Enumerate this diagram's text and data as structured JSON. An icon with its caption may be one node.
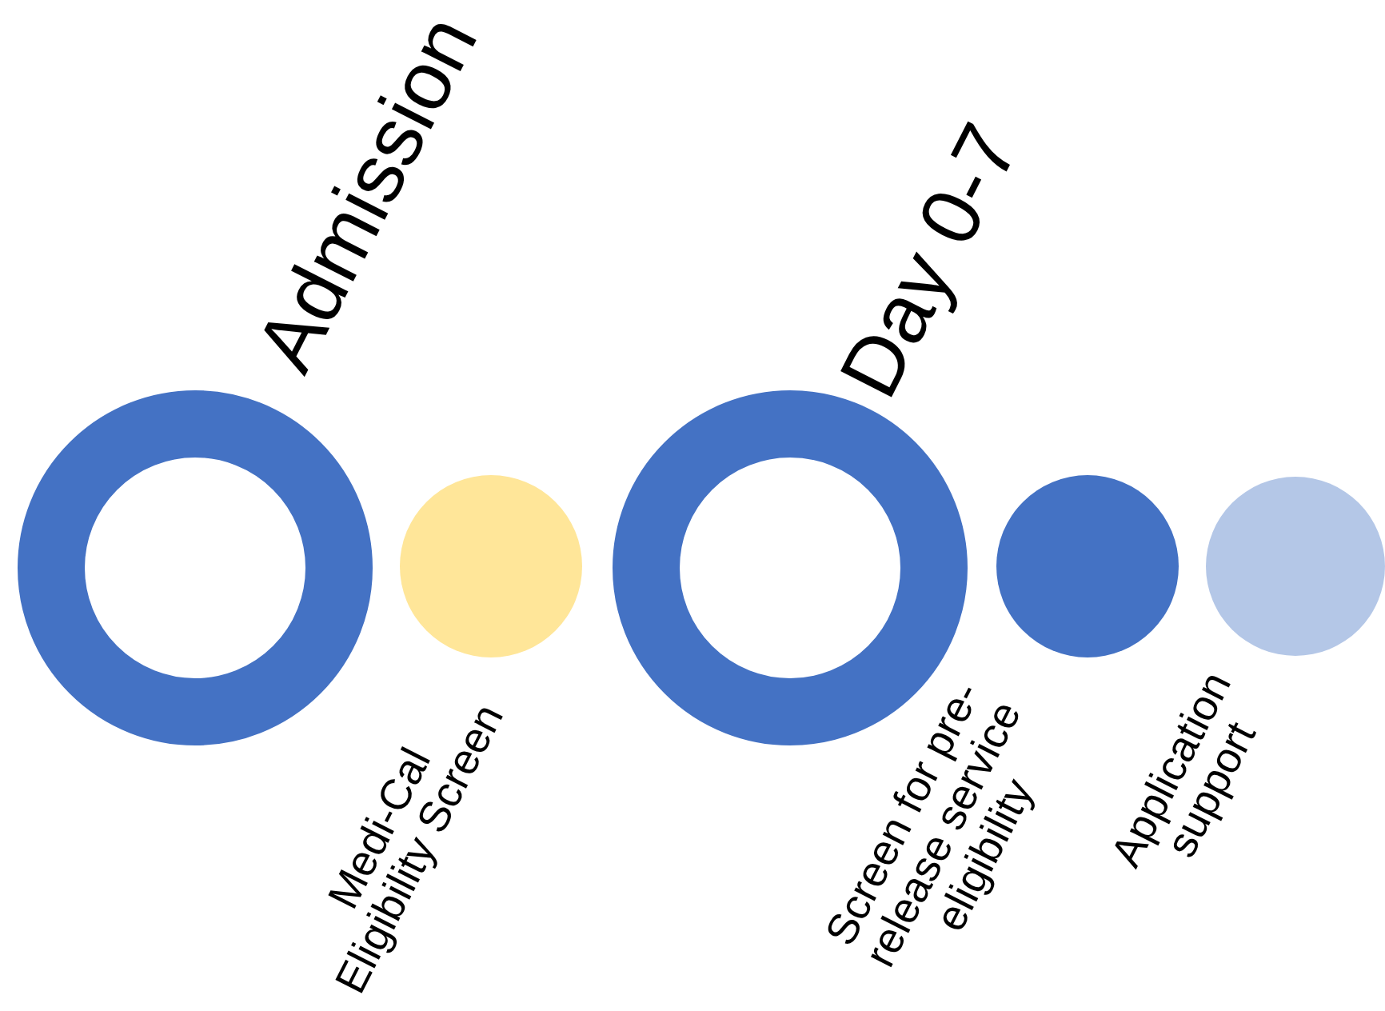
{
  "diagram": {
    "nodes": [
      {
        "text": [
          "Admission"
        ]
      },
      {
        "text": [
          "Medi-Cal Eligibility Screen"
        ]
      },
      {
        "text": [
          "Day 0-7"
        ]
      },
      {
        "text": [
          "Screen for pre-release service eligibility"
        ]
      },
      {
        "text": [
          "Application support"
        ]
      }
    ]
  }
}
